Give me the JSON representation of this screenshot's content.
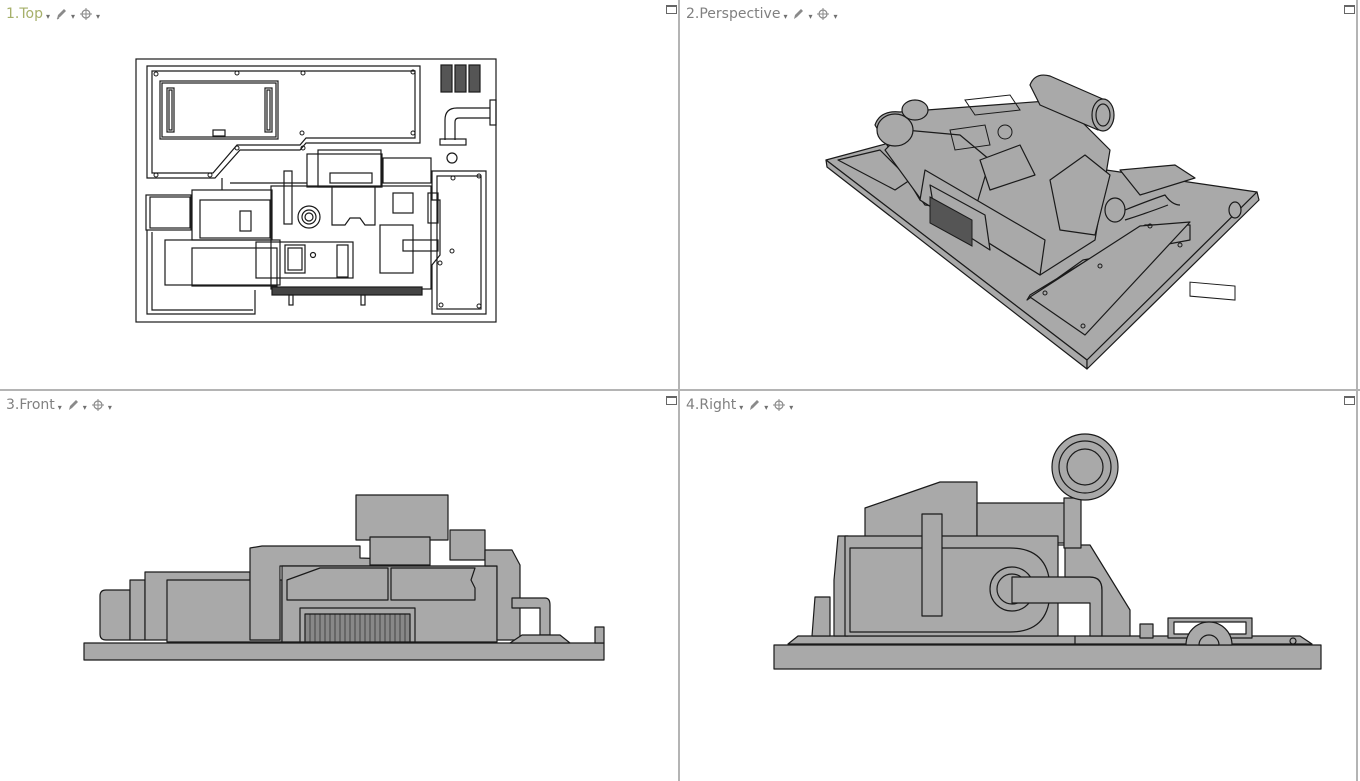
{
  "app": "3D modeling viewports (4-view layout)",
  "viewports": [
    {
      "id": 1,
      "label": "1.Top",
      "active": true,
      "display_mode_menu": "▾",
      "tool_menu": "▾",
      "snap_menu": "▾"
    },
    {
      "id": 2,
      "label": "2.Perspective",
      "active": false,
      "display_mode_menu": "▾",
      "tool_menu": "▾",
      "snap_menu": "▾"
    },
    {
      "id": 3,
      "label": "3.Front",
      "active": false,
      "display_mode_menu": "▾",
      "tool_menu": "▾",
      "snap_menu": "▾"
    },
    {
      "id": 4,
      "label": "4.Right",
      "active": false,
      "display_mode_menu": "▾",
      "tool_menu": "▾",
      "snap_menu": "▾"
    }
  ],
  "icons": {
    "dropdown": "▾",
    "pen": "pen-icon",
    "target": "crosshair-target-icon",
    "maximize": "maximize-viewport-icon"
  },
  "colors": {
    "active_label": "#a6b06a",
    "inactive_label": "#808080",
    "model_fill": "#a9a9a9",
    "model_stroke": "#1a1a1a",
    "divider": "#b4b4b4",
    "background": "#ffffff"
  }
}
